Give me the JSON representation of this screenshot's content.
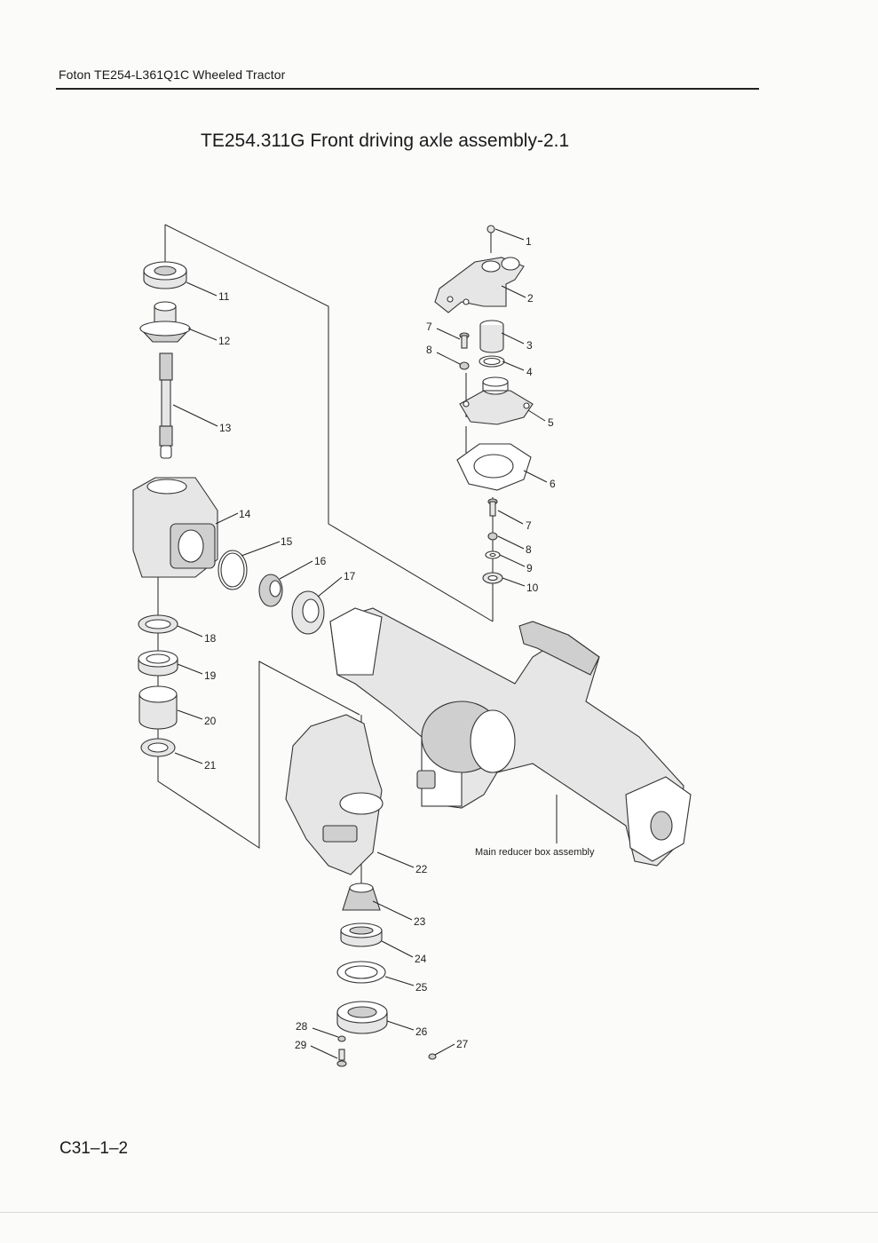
{
  "header": {
    "text": "Foton TE254-L361Q1C Wheeled Tractor"
  },
  "title": "TE254.311G  Front driving axle assembly-2.1",
  "footer": {
    "page_code": "C31–1–2"
  },
  "callouts": [
    "1",
    "2",
    "3",
    "4",
    "5",
    "6",
    "7",
    "8",
    "9",
    "10",
    "11",
    "12",
    "13",
    "14",
    "15",
    "16",
    "17",
    "18",
    "19",
    "20",
    "21",
    "22",
    "23",
    "24",
    "25",
    "26",
    "27",
    "28",
    "29"
  ],
  "left_column_extra": {
    "n7": "7",
    "n8": "8"
  },
  "labels": {
    "main_reducer": "Main reducer box assembly"
  }
}
